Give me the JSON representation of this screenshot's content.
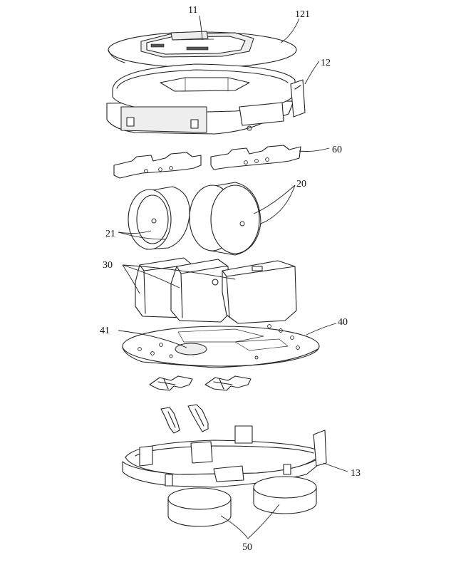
{
  "figure": {
    "labels": {
      "l11": "11",
      "l121": "121",
      "l12": "12",
      "l60": "60",
      "l20": "20",
      "l21": "21",
      "l30": "30",
      "l41": "41",
      "l40": "40",
      "l13": "13",
      "l50": "50"
    }
  }
}
